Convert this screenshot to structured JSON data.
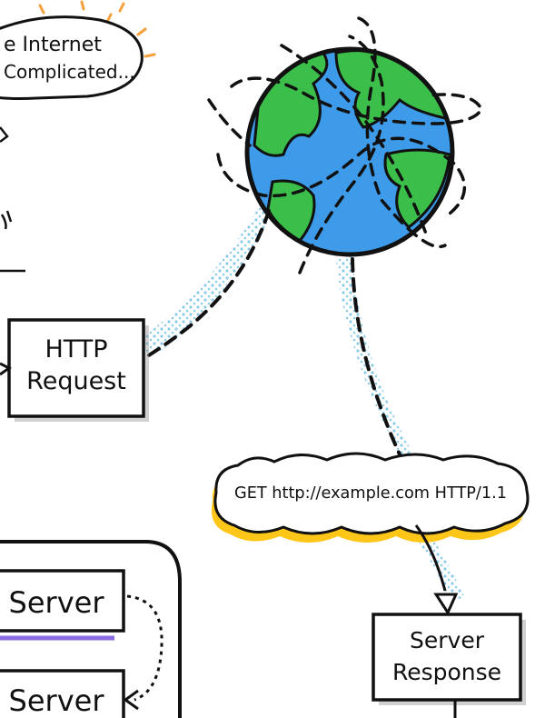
{
  "speech_bubble": {
    "line1": "e Internet",
    "line2": "Complicated..."
  },
  "boxes": {
    "http_request": {
      "line1": "HTTP",
      "line2": "Request"
    },
    "server_response": {
      "line1": "Server",
      "line2": "Response"
    },
    "server_a": {
      "label": "Server"
    },
    "server_b": {
      "label": "Server"
    }
  },
  "get_request": {
    "label": "GET http://example.com HTTP/1.1"
  },
  "colors": {
    "ocean": "#3d9be9",
    "land": "#3bbf4a",
    "outline": "#111111",
    "dots": "#8ecbe9",
    "highlight": "#ffc61a",
    "sparkle": "#f6a03c",
    "purple_stroke": "#8a6be0"
  }
}
